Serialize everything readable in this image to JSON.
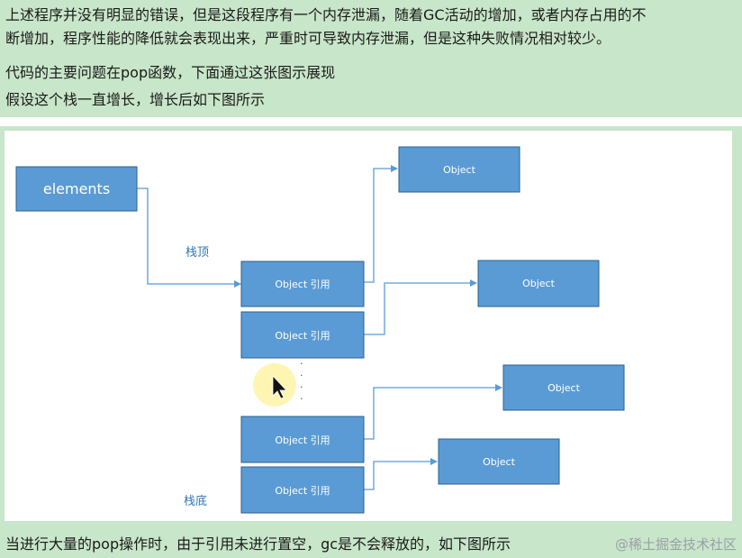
{
  "intro": {
    "line1": "上述程序并没有明显的错误，但是这段程序有一个内存泄漏，随着GC活动的增加，或者内存占用的不",
    "line2": "断增加，程序性能的降低就会表现出来，严重时可导致内存泄漏，但是这种失败情况相对较少。",
    "line3": "代码的主要问题在pop函数，下面通过这张图示展现",
    "line4": "假设这个栈一直增长，增长后如下图所示"
  },
  "diagram": {
    "elements_label": "elements",
    "stack_top_label": "栈顶",
    "stack_bottom_label": "栈底",
    "ref_labels": [
      "Object 引用",
      "Object 引用",
      "Object 引用",
      "Object 引用"
    ],
    "object_labels": [
      "Object",
      "Object",
      "Object",
      "Object"
    ],
    "ellipsis": "·"
  },
  "footer": {
    "text": "当进行大量的pop操作时，由于引用未进行置空，gc是不会释放的，如下图所示",
    "watermark": "@稀土掘金技术社区"
  },
  "colors": {
    "green_bg": "#c8e6c9",
    "box_fill": "#5b9bd5",
    "box_border": "#2e5f8c",
    "arrow": "#5b9bd5",
    "label_blue": "#2e75b6"
  }
}
